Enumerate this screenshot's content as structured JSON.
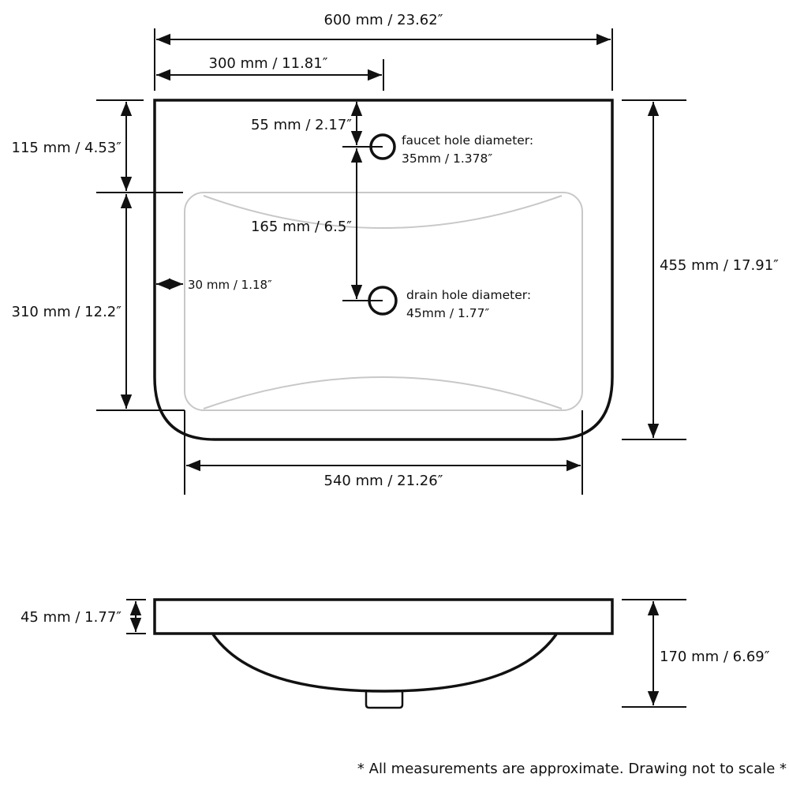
{
  "top_view": {
    "overall_width": "600 mm / 23.62″",
    "faucet_offset": "300 mm / 11.81″",
    "faucet_from_back": "55 mm / 2.17″",
    "faucet_to_drain": "165 mm / 6.5″",
    "faucet_hole_title": "faucet hole diameter:",
    "faucet_hole_value": "35mm / 1.378″",
    "drain_hole_title": "drain hole diameter:",
    "drain_hole_value": "45mm / 1.77″",
    "back_ledge": "115 mm / 4.53″",
    "basin_depth_front_back": "310 mm / 12.2″",
    "side_ledge": "30 mm / 1.18″",
    "overall_depth": "455 mm / 17.91″",
    "basin_width": "540 mm / 21.26″"
  },
  "side_view": {
    "top_thickness": "45 mm / 1.77″",
    "overall_height": "170 mm / 6.69″"
  },
  "footnote": "* All measurements are approximate. Drawing not to scale *"
}
